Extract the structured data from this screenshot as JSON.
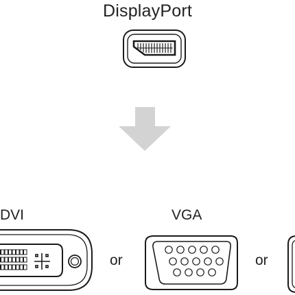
{
  "labels": {
    "displayport": "DisplayPort",
    "dvi": "DVI",
    "vga": "VGA",
    "or_1": "or",
    "or_2": "or"
  },
  "colors": {
    "outline": "#1a1a1a",
    "arrow": "#d3d3d3",
    "background": "#ffffff"
  },
  "icons": {
    "source": "displayport-connector-icon",
    "direction": "down-arrow-icon",
    "targets": [
      "dvi-connector-icon",
      "vga-connector-icon",
      "hdmi-connector-icon"
    ]
  }
}
